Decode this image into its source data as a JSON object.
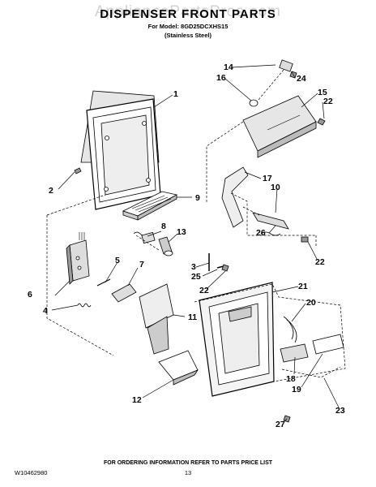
{
  "header": {
    "title": "DISPENSER FRONT PARTS",
    "model_line": "For Model: 8GD25DCXHS15",
    "finish_line": "(Stainless Steel)",
    "watermark": "AppliancePartsPros.com"
  },
  "callouts": [
    "1",
    "2",
    "3",
    "4",
    "5",
    "6",
    "7",
    "8",
    "9",
    "10",
    "11",
    "12",
    "13",
    "14",
    "15",
    "16",
    "17",
    "18",
    "19",
    "20",
    "21",
    "22",
    "22",
    "22",
    "23",
    "24",
    "25",
    "26",
    "27"
  ],
  "footer": {
    "ordering_note": "FOR ORDERING INFORMATION REFER TO PARTS PRICE LIST",
    "document_number": "W10462980",
    "page_number": "13"
  }
}
